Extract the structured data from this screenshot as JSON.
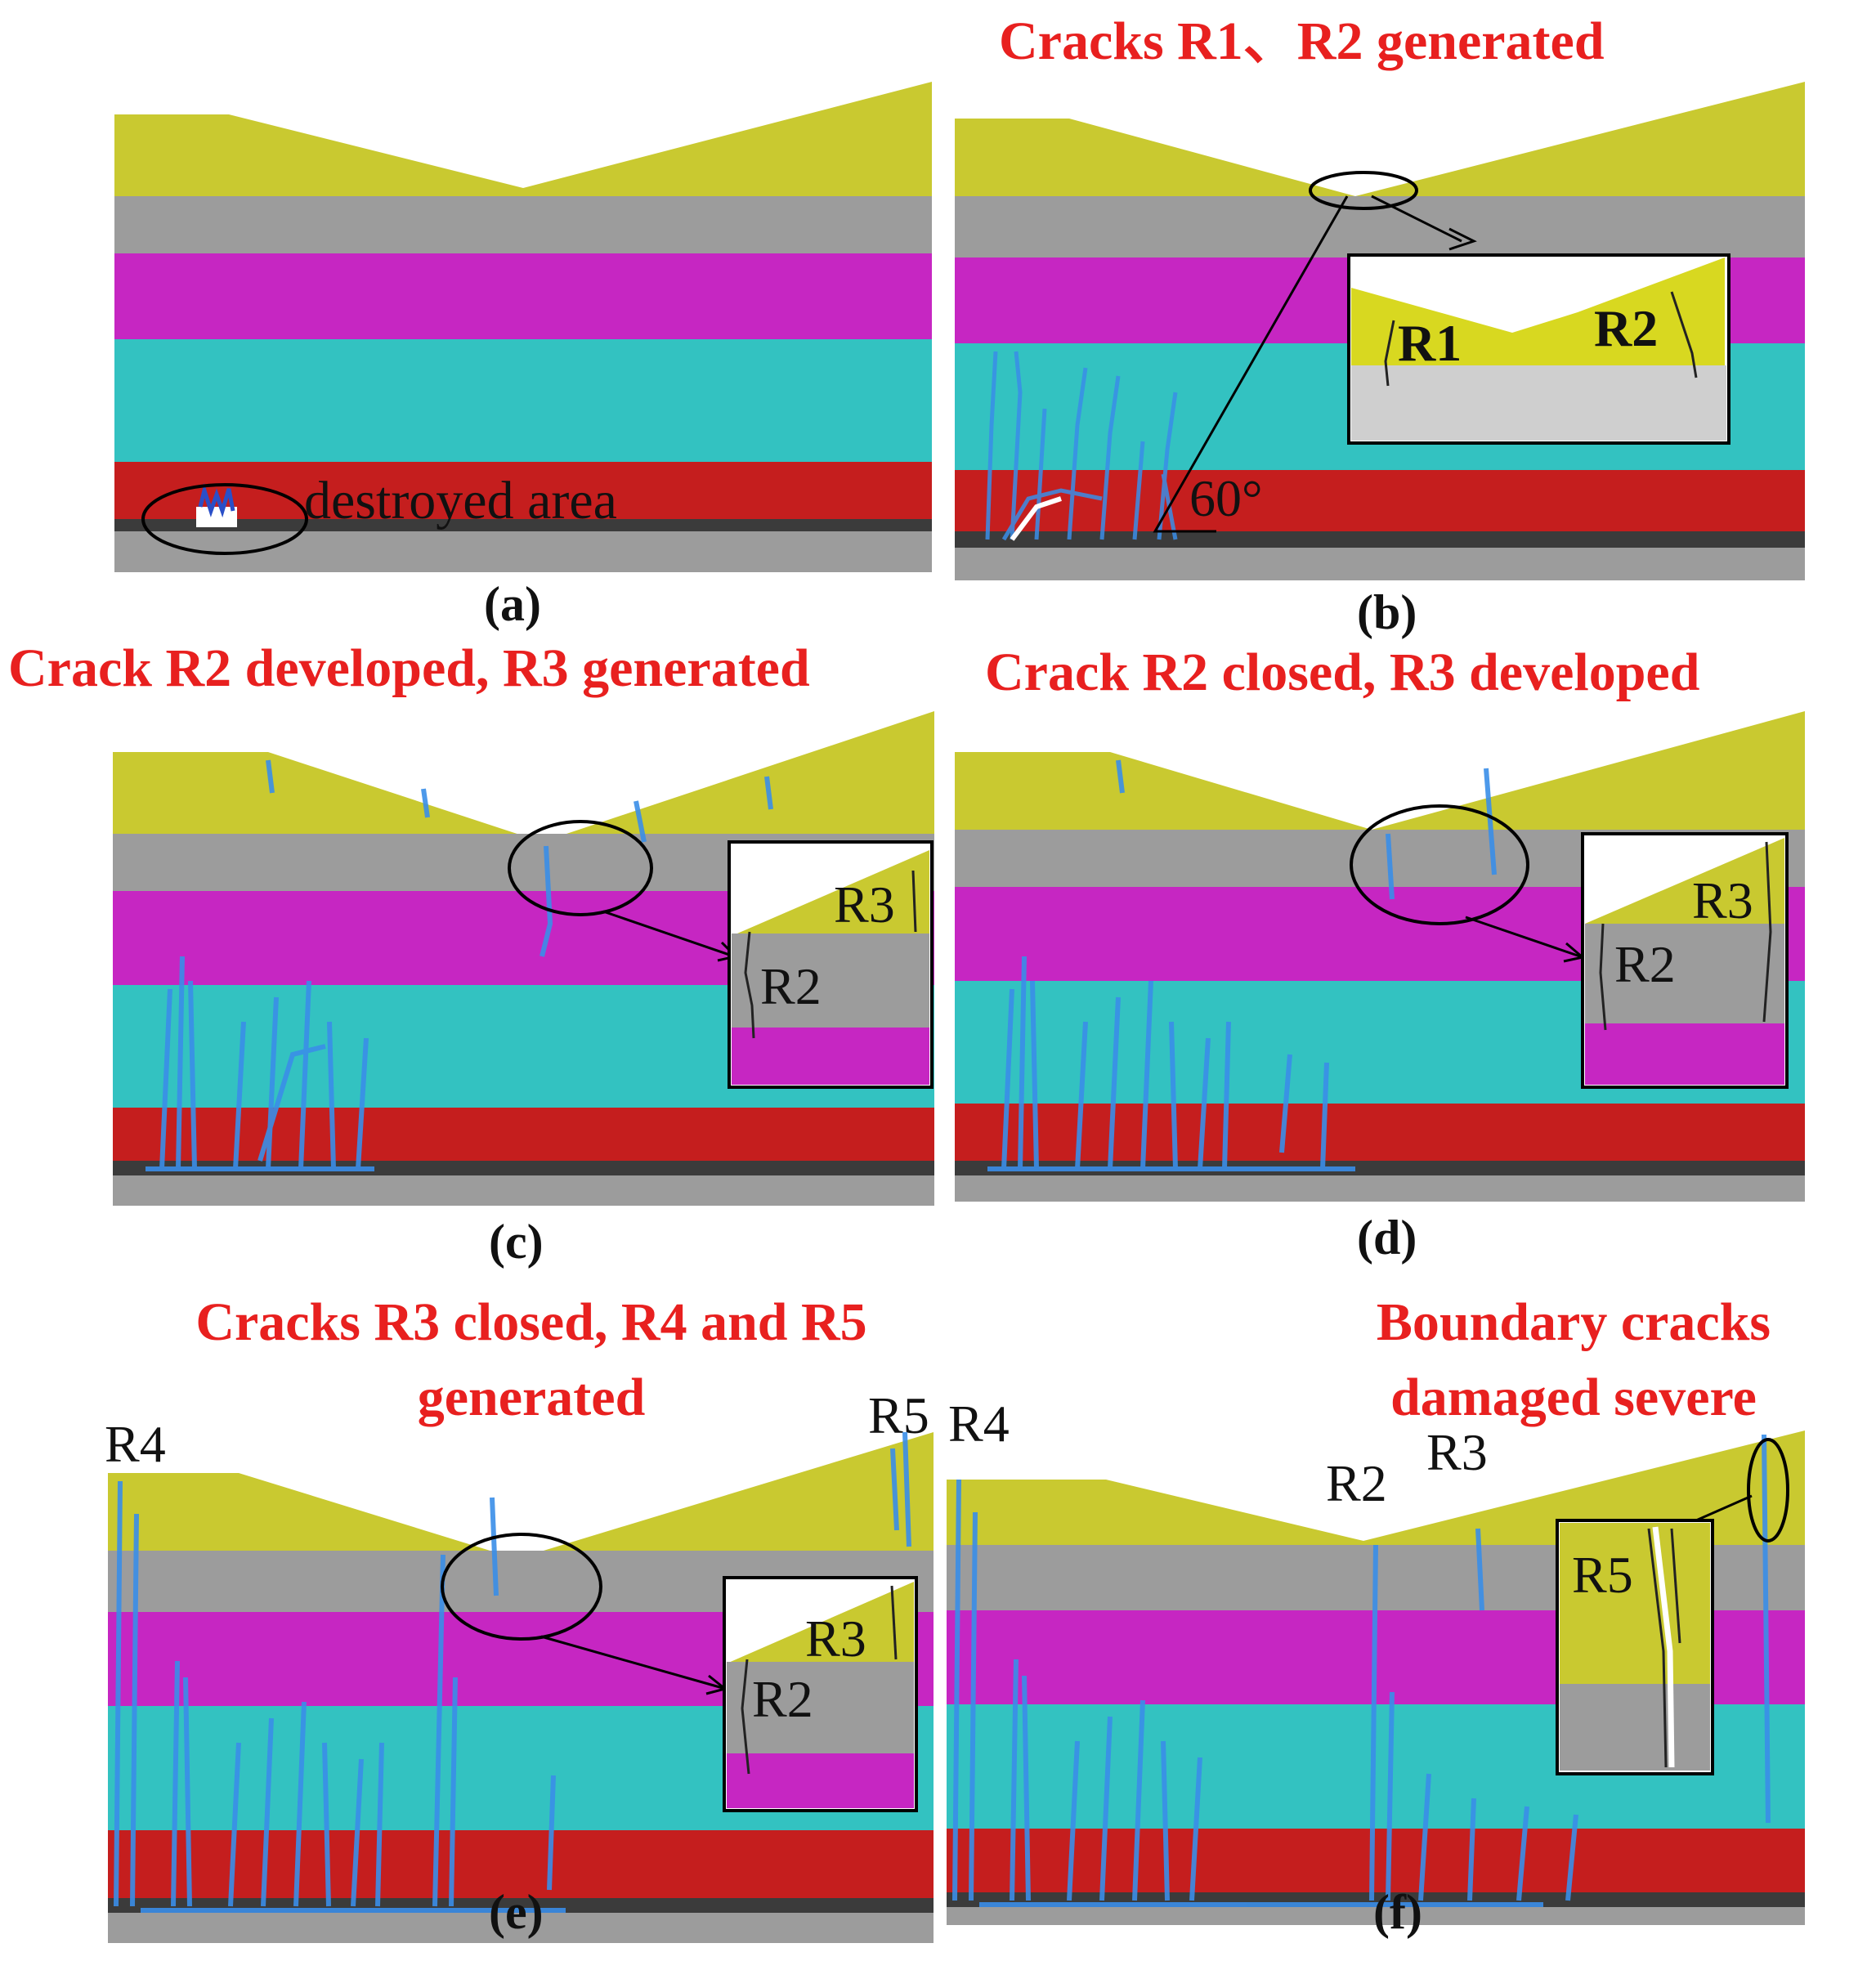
{
  "colors": {
    "yellow": "#c9c930",
    "gray": "#9c9c9c",
    "magenta": "#c626c2",
    "cyan": "#33c2c1",
    "red": "#c51e1e",
    "dark": "#3b3b3b",
    "crack": "#3a8ee8",
    "title_red": "#e8201f"
  },
  "titles": {
    "b": "Cracks R1、R2 generated",
    "c": "Crack R2 developed, R3 generated",
    "d": "Crack R2 closed, R3 developed",
    "e": "Cracks R3 closed, R4 and R5 generated",
    "f": "Boundary cracks damaged severe"
  },
  "panel_labels": [
    "(a)",
    "(b)",
    "(c)",
    "(d)",
    "(e)",
    "(f)"
  ],
  "annotations": {
    "destroyed_area": "destroyed area",
    "angle": "60°",
    "inset_b_left": "R1",
    "inset_b_right": "R2",
    "inset_c_r3": "R3",
    "inset_c_r2": "R2",
    "inset_d_r3": "R3",
    "inset_d_r2": "R2",
    "inset_e_r3": "R3",
    "inset_e_r2": "R2",
    "e_r4": "R4",
    "e_r5": "R5",
    "f_r4": "R4",
    "f_r2": "R2",
    "f_r3": "R3",
    "inset_f_r5": "R5"
  }
}
